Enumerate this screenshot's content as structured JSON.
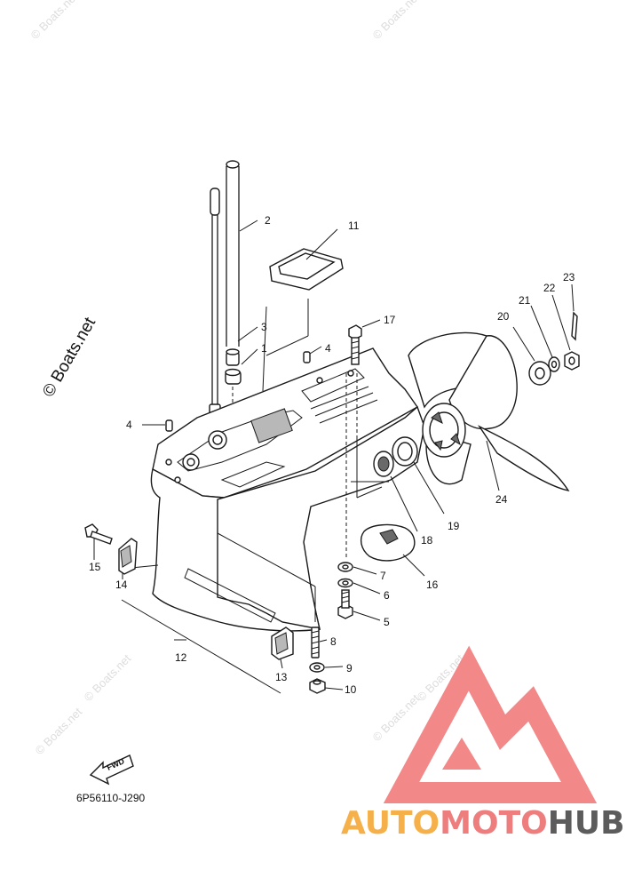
{
  "callouts": [
    {
      "num": "1"
    },
    {
      "num": "2"
    },
    {
      "num": "3"
    },
    {
      "num": "4"
    },
    {
      "num": "4"
    },
    {
      "num": "5"
    },
    {
      "num": "6"
    },
    {
      "num": "7"
    },
    {
      "num": "8"
    },
    {
      "num": "9"
    },
    {
      "num": "10"
    },
    {
      "num": "11"
    },
    {
      "num": "12"
    },
    {
      "num": "13"
    },
    {
      "num": "14"
    },
    {
      "num": "15"
    },
    {
      "num": "16"
    },
    {
      "num": "17"
    },
    {
      "num": "18"
    },
    {
      "num": "19"
    },
    {
      "num": "20"
    },
    {
      "num": "21"
    },
    {
      "num": "22"
    },
    {
      "num": "23"
    },
    {
      "num": "24"
    }
  ],
  "diagram_code": "6P56110-J290",
  "fwd_label": "FWD",
  "watermarks": {
    "small": "© Boats.net",
    "side": "© Boats.net"
  },
  "logo": {
    "part1": "AUTO",
    "part2": "MOTO",
    "part3": "HUB",
    "colors": {
      "orange": "#f5b04a",
      "red": "#ee7d7d",
      "gray": "#5c5c5c",
      "triangle": "#f28888"
    }
  }
}
